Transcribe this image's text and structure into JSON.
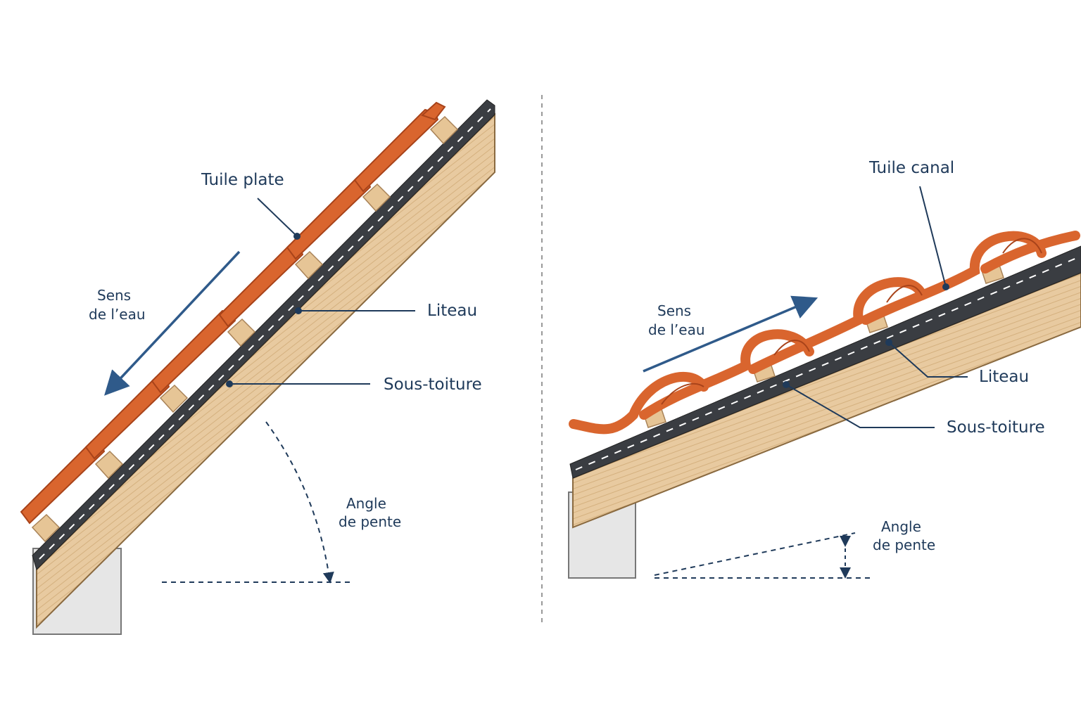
{
  "left_panel": {
    "tile_label": "Tuile plate",
    "batten_label": "Liteau",
    "underlay_label": "Sous-toiture",
    "water_label": [
      "Sens",
      "de l’eau"
    ],
    "slope_label": [
      "Angle",
      "de pente"
    ]
  },
  "right_panel": {
    "tile_label": "Tuile canal",
    "batten_label": "Liteau",
    "underlay_label": "Sous-toiture",
    "water_label": [
      "Sens",
      "de l’eau"
    ],
    "slope_label": [
      "Angle",
      "de pente"
    ]
  },
  "colors": {
    "tile": "#d9652e",
    "tile_dark": "#a8431a",
    "wood": "#e8caa0",
    "wood_dark": "#b8925e",
    "underlay": "#3a3d42",
    "wall": "#e6e6e6",
    "label": "#1f3a5a",
    "arrow": "#2f5a8a"
  }
}
